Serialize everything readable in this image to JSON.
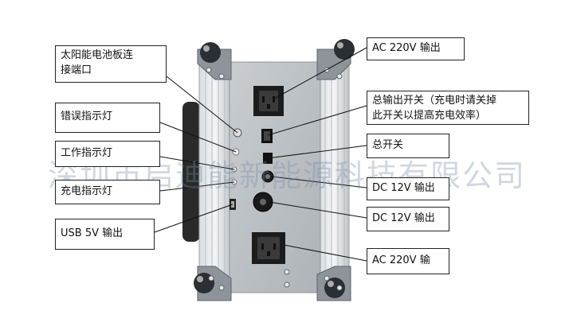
{
  "labels_left": [
    {
      "id": "solar-port",
      "text": "太阳能电池板连\n接端口"
    },
    {
      "id": "error-led",
      "text": "错误指示灯"
    },
    {
      "id": "work-led",
      "text": "工作指示灯"
    },
    {
      "id": "charge-led",
      "text": "充电指示灯"
    },
    {
      "id": "usb-out",
      "text": "USB 5V 输出"
    }
  ],
  "labels_right": [
    {
      "id": "ac-out-top",
      "text": "AC 220V 输出"
    },
    {
      "id": "master-output-switch",
      "text": "总输出开关（充电时请关掉\n此开关以提高充电效率）"
    },
    {
      "id": "main-switch",
      "text": "总开关"
    },
    {
      "id": "dc-out-1",
      "text": "DC 12V 输出"
    },
    {
      "id": "dc-out-2",
      "text": "DC 12V 输出"
    },
    {
      "id": "ac-out-bottom",
      "text": "AC 220V  输"
    }
  ],
  "watermark": "深圳市启迪能新能源科技有限公司"
}
